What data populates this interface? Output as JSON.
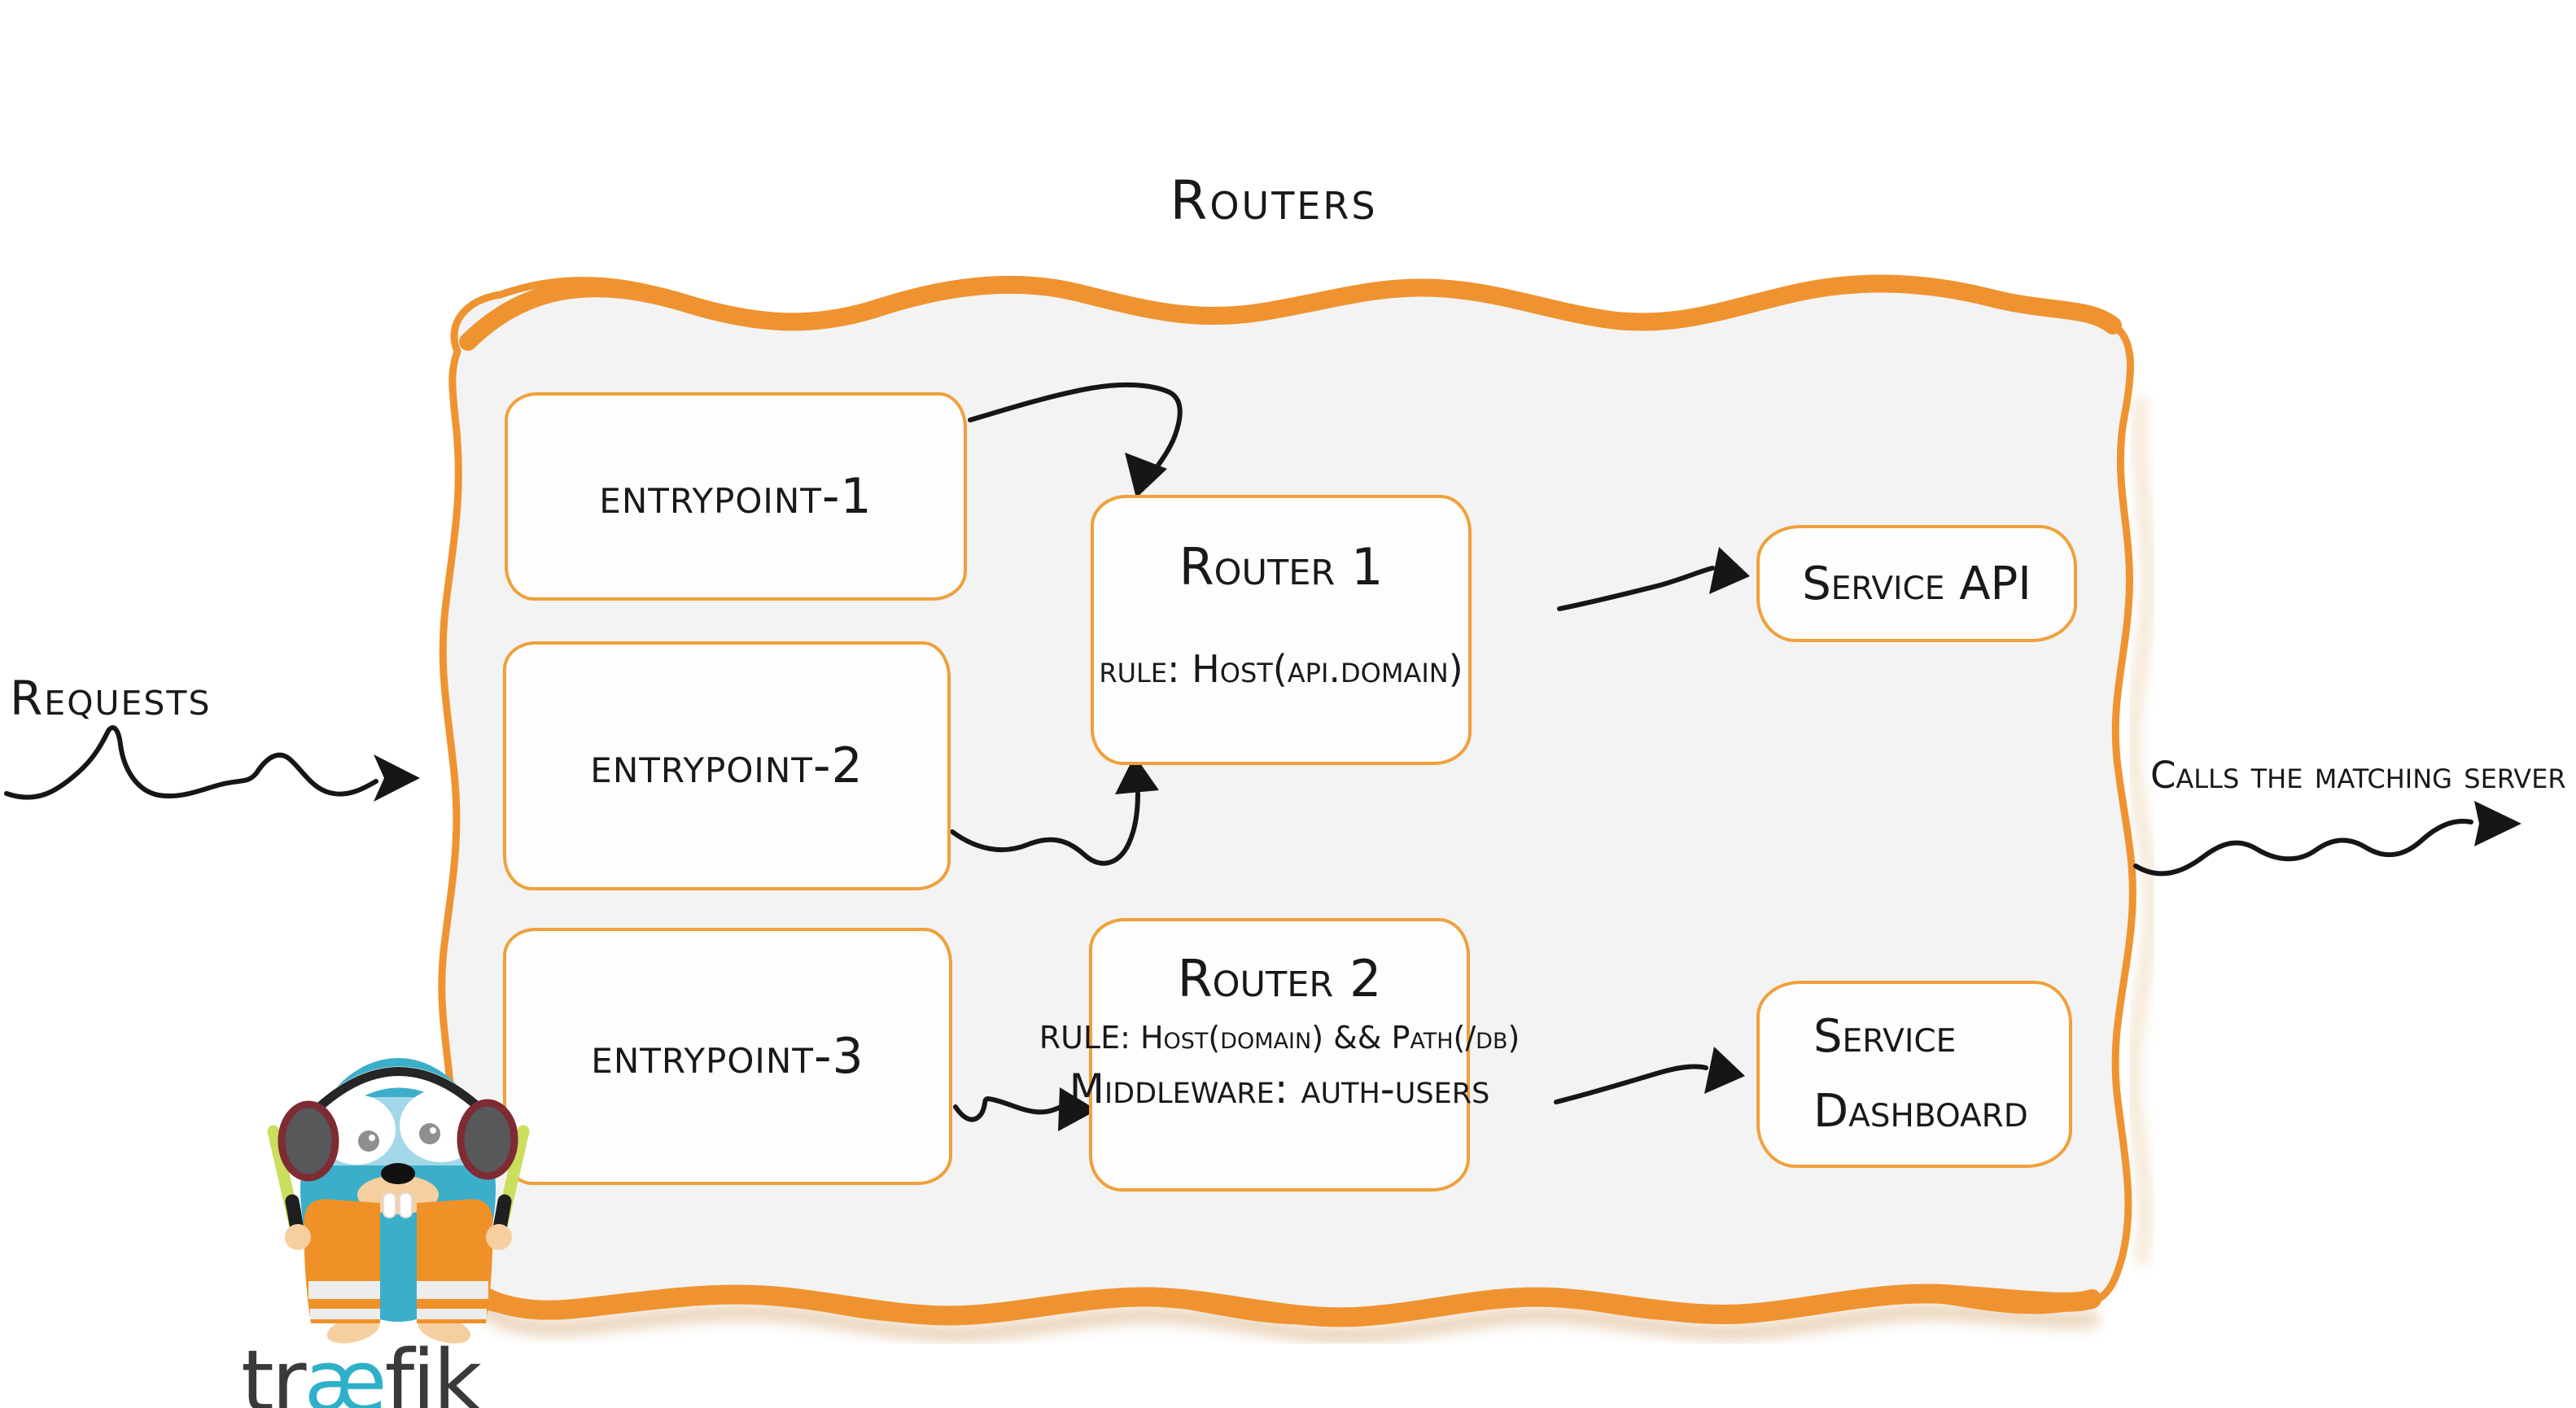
{
  "diagram": {
    "title": "Routers",
    "requests_label": "Requests",
    "output_label": "Calls the matching server",
    "entrypoints": [
      {
        "label": "entrypoint-1"
      },
      {
        "label": "entrypoint-2"
      },
      {
        "label": "entrypoint-3"
      }
    ],
    "routers": [
      {
        "title": "Router 1",
        "rule": "rule: Host(api.domain)"
      },
      {
        "title": "Router 2",
        "rule": "RULE: Host(domain) && Path(/db)",
        "middleware": "Middleware: auth-users"
      }
    ],
    "services": [
      {
        "label": "Service API"
      },
      {
        "label": "Service Dashboard"
      }
    ]
  },
  "branding": {
    "wordmark_prefix": "tr",
    "wordmark_ligature": "æ",
    "wordmark_suffix": "fik"
  },
  "colors": {
    "accent_orange": "#EF9331",
    "box_border_orange": "#F0A03C",
    "panel_gray": "#F3F3F3",
    "ink_black": "#191919",
    "teal": "#2FB0C9",
    "wordmark_gray": "#3A3A3A"
  }
}
